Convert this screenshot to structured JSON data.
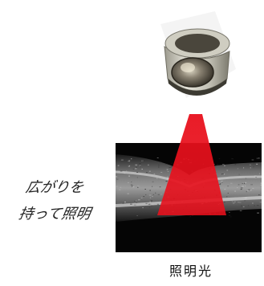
{
  "caption": {
    "line1": "広がりを",
    "line2": "持って照明"
  },
  "label": "照明光",
  "colors": {
    "beam": "#e8101c",
    "scan_background": "#050505",
    "retina_layers": "#8a8a8a",
    "lens_housing": "#d9d7cc",
    "lens_metal": "#5e5a4e"
  }
}
